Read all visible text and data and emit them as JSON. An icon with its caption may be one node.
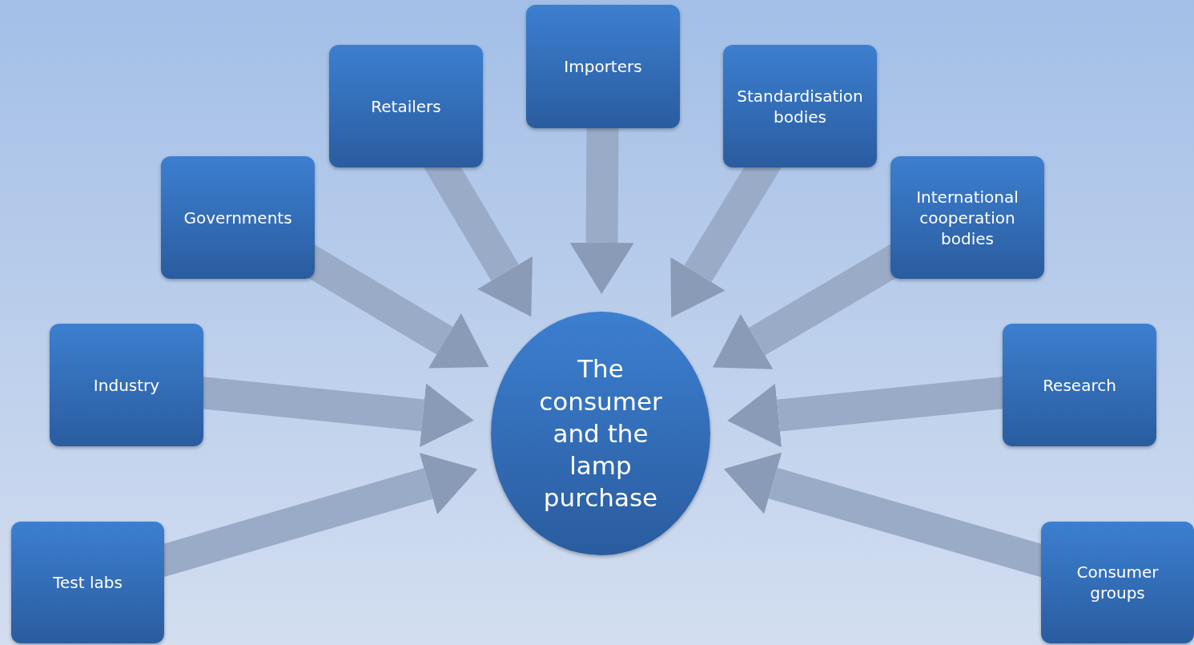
{
  "diagram": {
    "nodes": [
      {
        "text": [
          "The consumer and the lamp purchase"
        ]
      },
      {
        "text": [
          "Test labs"
        ]
      },
      {
        "text": [
          "Industry"
        ]
      },
      {
        "text": [
          "Governments"
        ]
      },
      {
        "text": [
          "Retailers"
        ]
      },
      {
        "text": [
          "Importers"
        ]
      },
      {
        "text": [
          "Standardisation bodies"
        ]
      },
      {
        "text": [
          "International cooperation bodies"
        ]
      },
      {
        "text": [
          "Research"
        ]
      },
      {
        "text": [
          "Consumer groups"
        ]
      }
    ],
    "edges": [
      {
        "from": 1,
        "to": 0,
        "arrow": "to"
      },
      {
        "from": 2,
        "to": 0,
        "arrow": "to"
      },
      {
        "from": 3,
        "to": 0,
        "arrow": "to"
      },
      {
        "from": 4,
        "to": 0,
        "arrow": "to"
      },
      {
        "from": 5,
        "to": 0,
        "arrow": "to"
      },
      {
        "from": 6,
        "to": 0,
        "arrow": "to"
      },
      {
        "from": 7,
        "to": 0,
        "arrow": "to"
      },
      {
        "from": 8,
        "to": 0,
        "arrow": "to"
      },
      {
        "from": 9,
        "to": 0,
        "arrow": "to"
      }
    ]
  }
}
